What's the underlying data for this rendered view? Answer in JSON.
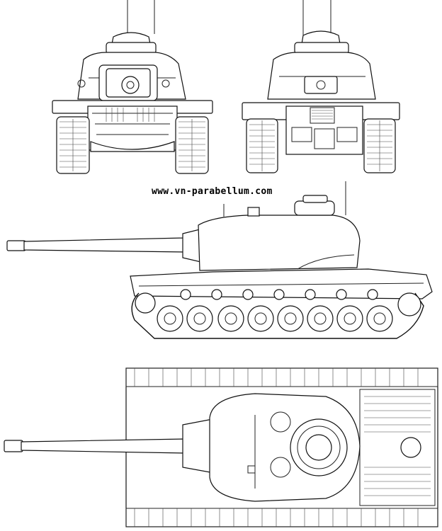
{
  "watermark": {
    "text": "www.vn-parabellum.com"
  },
  "views": {
    "front": {
      "icon": "tank-front-view"
    },
    "rear": {
      "icon": "tank-rear-view"
    },
    "side": {
      "icon": "tank-side-view"
    },
    "top": {
      "icon": "tank-top-view"
    }
  },
  "colors": {
    "line": "#111111",
    "background": "#ffffff"
  }
}
